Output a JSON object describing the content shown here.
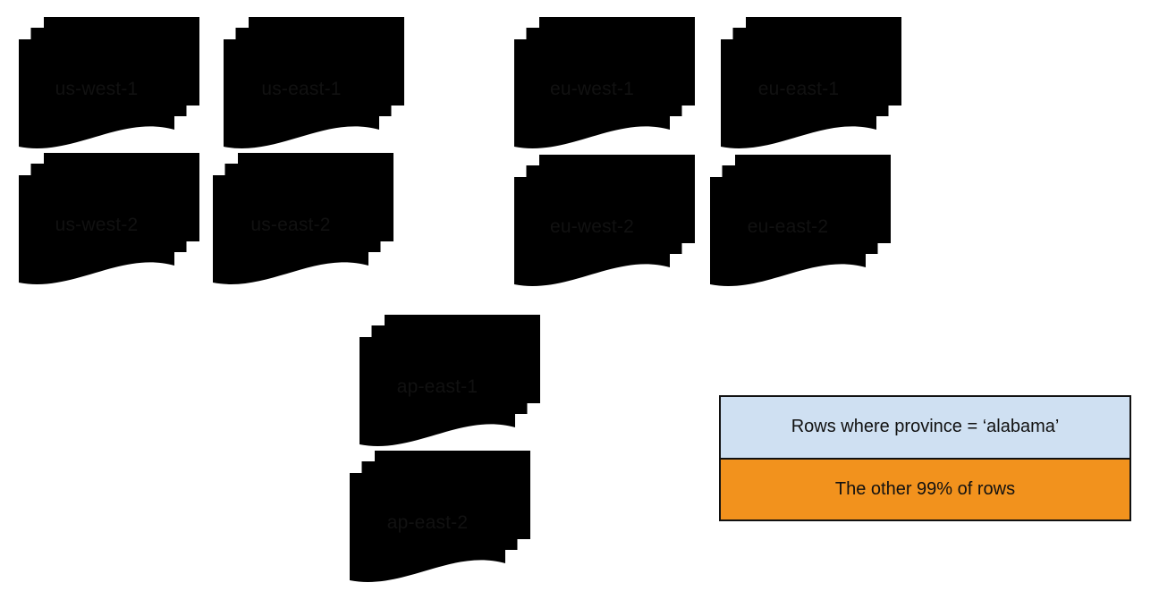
{
  "colors": {
    "region_fill": "#cfe0f2",
    "highlight_fill": "#f2921d",
    "stroke": "#111111",
    "text": "#111111",
    "background": "#ffffff"
  },
  "regions": [
    {
      "label": "us-west-1",
      "highlighted": false
    },
    {
      "label": "us-east-1",
      "highlighted": true
    },
    {
      "label": "eu-west-1",
      "highlighted": false
    },
    {
      "label": "eu-east-1",
      "highlighted": false
    },
    {
      "label": "us-west-2",
      "highlighted": false
    },
    {
      "label": "us-east-2",
      "highlighted": false
    },
    {
      "label": "eu-west-2",
      "highlighted": false
    },
    {
      "label": "eu-east-2",
      "highlighted": false
    },
    {
      "label": "ap-east-1",
      "highlighted": false
    },
    {
      "label": "ap-east-2",
      "highlighted": false
    }
  ],
  "legend": {
    "items": [
      {
        "label": "Rows where province = ‘alabama’",
        "swatch": "#cfe0f2"
      },
      {
        "label": "The other 99% of rows",
        "swatch": "#f2921d"
      }
    ]
  }
}
